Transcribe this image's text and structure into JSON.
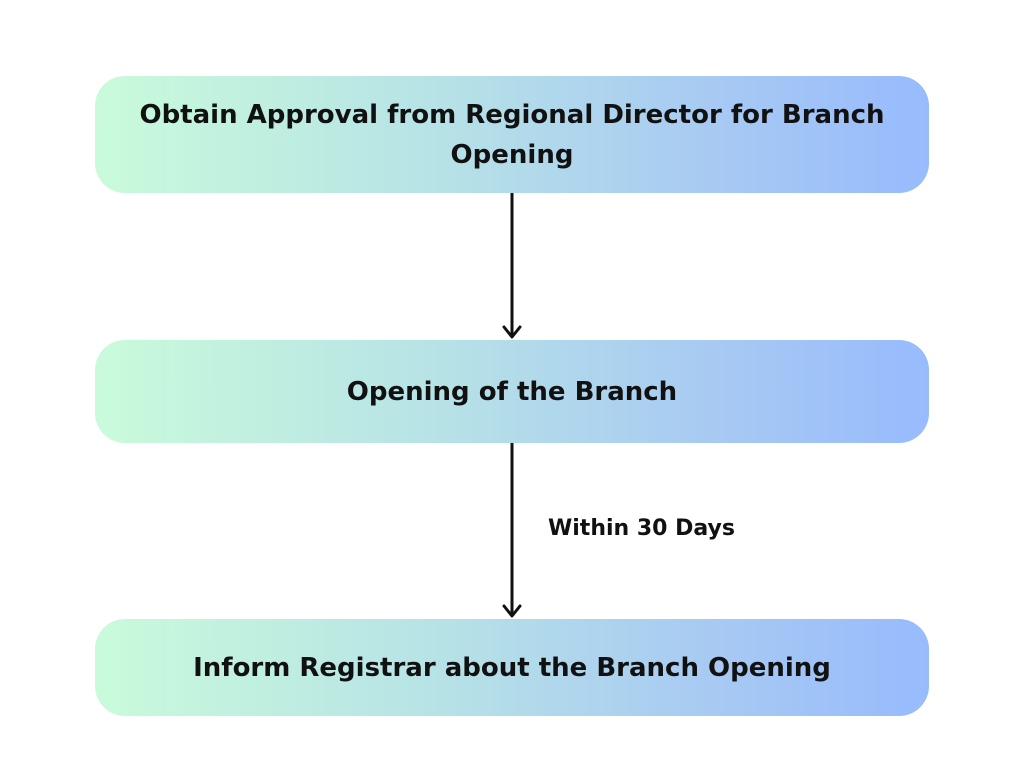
{
  "steps": [
    {
      "label": "Obtain Approval from Regional Director for Branch Opening"
    },
    {
      "label": "Opening of the Branch"
    },
    {
      "label": "Inform Registrar about the Branch Opening"
    }
  ],
  "edges": [
    {
      "from": 0,
      "to": 1,
      "label": ""
    },
    {
      "from": 1,
      "to": 2,
      "label": "Within 30 Days"
    }
  ],
  "colors": {
    "gradient_start": "#c9fbdb",
    "gradient_end": "#97bbfd",
    "text": "#111111",
    "arrow": "#111111"
  }
}
